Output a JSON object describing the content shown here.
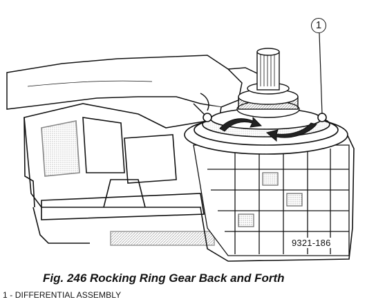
{
  "callout": {
    "number": "1"
  },
  "figure_code": "9321-186",
  "caption": "Fig. 246 Rocking Ring Gear Back and Forth",
  "legend": [
    {
      "text": "1 - DIFFERENTIAL ASSEMBLY"
    }
  ],
  "colors": {
    "ink": "#111111",
    "background": "#ffffff",
    "shade": "#555555"
  }
}
